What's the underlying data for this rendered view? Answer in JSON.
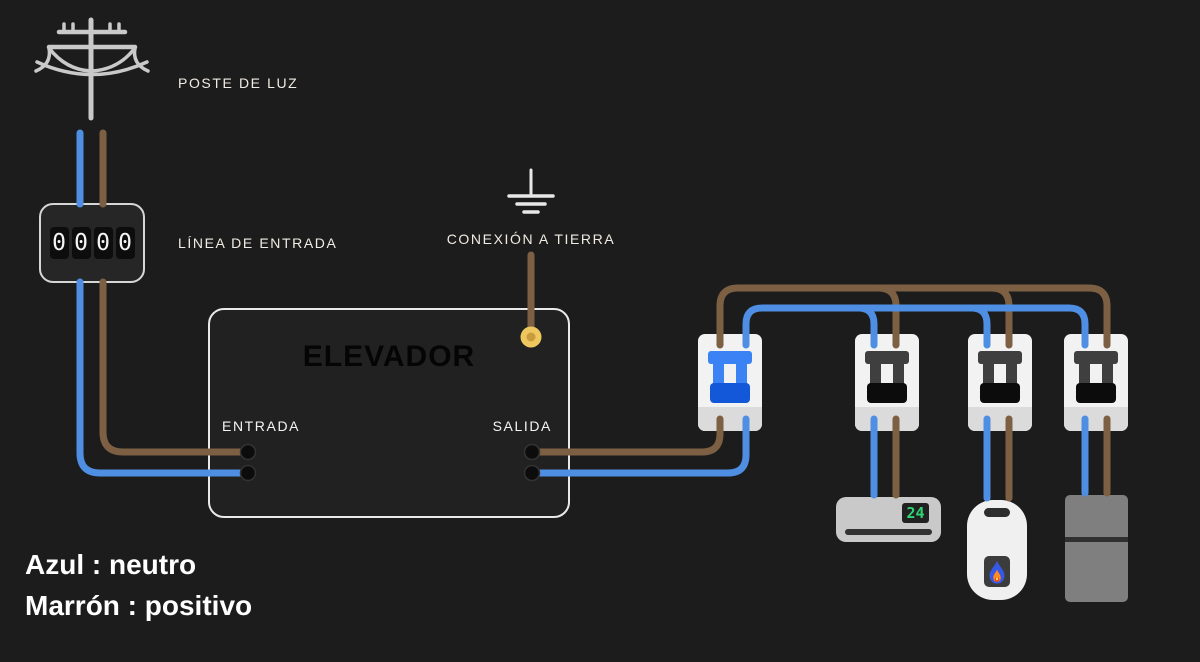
{
  "diagram": {
    "pole_label": "POSTE DE LUZ",
    "input_line_label": "LÍNEA DE ENTRADA",
    "ground_label": "CONEXIÓN A TIERRA",
    "elevator": {
      "title": "ELEVADOR",
      "input_label": "ENTRADA",
      "output_label": "SALIDA"
    },
    "meter": {
      "digits": [
        "0",
        "0",
        "0",
        "0"
      ]
    },
    "air_conditioner": {
      "display": "24"
    },
    "legend": {
      "line1": "Azul : neutro",
      "line2": "Marrón : positivo"
    },
    "breakers": [
      {
        "name": "main-breaker",
        "style": "blue"
      },
      {
        "name": "branch-breaker-ac",
        "style": "black"
      },
      {
        "name": "branch-breaker-heater",
        "style": "black"
      },
      {
        "name": "branch-breaker-fridge",
        "style": "black"
      }
    ],
    "appliances": [
      {
        "name": "air-conditioner"
      },
      {
        "name": "water-heater"
      },
      {
        "name": "refrigerator"
      }
    ],
    "colors": {
      "wire_neutral_blue": "#4f8fe3",
      "wire_positive_brown": "#7d5f43",
      "main_breaker_blue": "#3b82f4",
      "main_breaker_blue_dark": "#1358d8",
      "branch_breaker_gray": "#3f3f3f",
      "branch_breaker_black": "#0c0c0c",
      "ground_terminal_gold": "#eec85f",
      "ac_display_green": "#2fd573"
    }
  }
}
